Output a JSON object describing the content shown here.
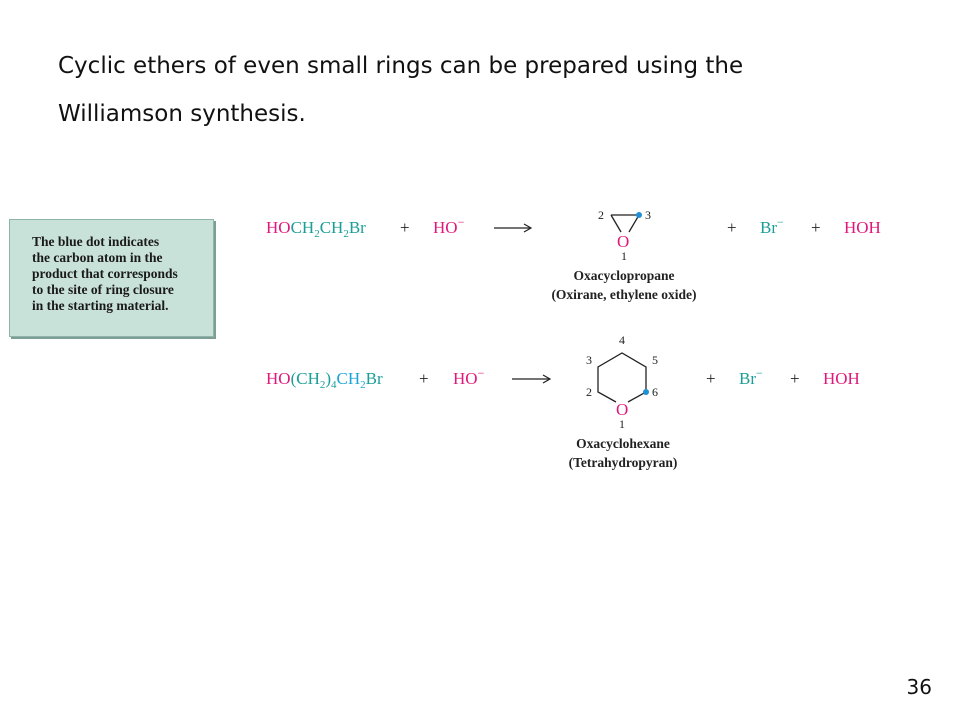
{
  "heading": {
    "line1": "Cyclic ethers of even small rings can be prepared using the",
    "line2": "Williamson synthesis."
  },
  "note": {
    "lines": [
      "The blue dot indicates",
      "the carbon atom in the",
      "product that corresponds",
      "to the site of ring closure",
      "in the starting material."
    ]
  },
  "reaction1": {
    "reactant": {
      "p1": "HO",
      "p2": "CH",
      "sub1": "2",
      "p3": "CH",
      "sub2": "2",
      "p4": "Br"
    },
    "plus1": "+",
    "base": {
      "p1": "HO",
      "charge": "−"
    },
    "arrow": "⟶",
    "ring": {
      "atom_O": "O",
      "num1": "1",
      "num2": "2",
      "num3": "3"
    },
    "plus2": "+",
    "bromide": {
      "p1": "Br",
      "charge": "−"
    },
    "plus3": "+",
    "water": "HOH",
    "name": "Oxacyclopropane",
    "alt_name": "(Oxirane, ethylene oxide)"
  },
  "reaction2": {
    "reactant": {
      "p1": "HO",
      "p2": "(CH",
      "sub1": "2",
      "p3": ")",
      "sub2": "4",
      "p4": "CH",
      "sub3": "2",
      "p5": "Br"
    },
    "plus1": "+",
    "base": {
      "p1": "HO",
      "charge": "−"
    },
    "arrow": "⟶",
    "ring": {
      "atom_O": "O",
      "num1": "1",
      "num2": "2",
      "num3": "3",
      "num4": "4",
      "num5": "5",
      "num6": "6"
    },
    "plus2": "+",
    "bromide": {
      "p1": "Br",
      "charge": "−"
    },
    "plus3": "+",
    "water": "HOH",
    "name": "Oxacyclohexane",
    "alt_name": "(Tetrahydropyran)"
  },
  "page_number": "36",
  "colors": {
    "magenta": "#e0187a",
    "teal": "#1a9e96",
    "cyan": "#1aa5d8",
    "dot": "#1f8fd6"
  }
}
